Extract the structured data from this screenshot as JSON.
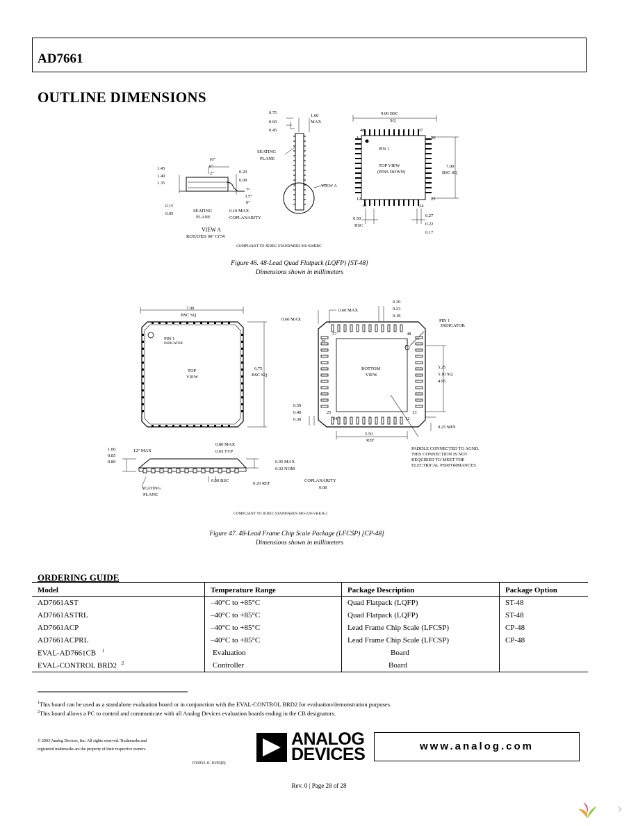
{
  "header": {
    "part_number": "AD7661"
  },
  "section_title": "OUTLINE DIMENSIONS",
  "figure46": {
    "caption": "Figure 46. 48-Lead Quad Flatpack (LQFP) [ST-48]",
    "subcaption": "Dimensions shown in millimeters",
    "compliance": "COMPLIANT TO JEDEC STANDARDS MS-026BBC",
    "labels": {
      "top_075": "0.75",
      "top_060": "0.60",
      "top_045": "0.45",
      "max_160": "1.60",
      "max_label": "MAX",
      "seating_plane": "SEATING",
      "seating_plane2": "PLANE",
      "view_a": "VIEW A",
      "h145": "1.45",
      "h140": "1.40",
      "h135": "1.35",
      "a10": "10°",
      "a6": "6°",
      "a2": "2°",
      "d020": "0.20",
      "d009": "0.09",
      "a7": "7°",
      "a35": "3.5°",
      "a0": "0°",
      "d015": "0.15",
      "d005": "0.05",
      "cop": "0.10 MAX",
      "coplanarity": "COPLANARITY",
      "view_a_title": "VIEW A",
      "rotated": "ROTATED 90° CCW",
      "bsc900": "9.00 BSC",
      "sq": "SQ",
      "pin48": "48",
      "pin37": "37",
      "pin1": "1",
      "pin36": "36",
      "pin1_label": "PIN 1",
      "top_view": "TOP VIEW",
      "pins_down": "(PINS DOWN)",
      "bsc700": "7.00",
      "bsc_sq": "BSC SQ",
      "pin12": "12",
      "pin25": "25",
      "pin13": "13",
      "pin24": "24",
      "d050": "0.50",
      "bsc": "BSC",
      "d027": "0.27",
      "d022": "0.22",
      "d017": "0.17"
    }
  },
  "figure47": {
    "caption": "Figure 47. 48-Lead Frame Chip Scale Package (LFCSP) [CP-48]",
    "subcaption": "Dimensions shown in millimeters",
    "compliance": "COMPLIANT TO JEDEC STANDARDS MO-220-VKKD-2",
    "labels": {
      "bsc700": "7.00",
      "bsc_sq": "BSC SQ",
      "pin1": "PIN 1",
      "indicator": "INDICATOR",
      "top": "TOP",
      "view": "VIEW",
      "bsc675": "6.75",
      "bsc_sq2": "BSC SQ",
      "max060": "0.60 MAX",
      "max060b": "0.60 MAX",
      "d030": "0.30",
      "d023": "0.23",
      "d018": "0.18",
      "pin1b": "PIN 1",
      "indicator2": "INDICATOR",
      "p37": "37",
      "p36": "36",
      "p48": "48",
      "p1": "1",
      "bottom": "BOTTOM",
      "view2": "VIEW",
      "d525": "5.25",
      "d510": "5.10 SQ",
      "d495": "4.95",
      "d050": "0.50",
      "d040": "0.40",
      "d030b": "0.30",
      "p25": "25",
      "p24": "24",
      "p13": "13",
      "p12": "12",
      "min025": "0.25 MIN",
      "d550": "5.50",
      "ref": "REF",
      "d100": "1.00",
      "d085": "0.85",
      "d080": "0.80",
      "a12": "12° MAX",
      "max080": "0.80 MAX",
      "typ065": "0.65 TYP",
      "max005": "0.05 MAX",
      "nom002": "0.02 NOM",
      "bsc050": "0.50 BSC",
      "ref020": "0.20 REF",
      "seating": "SEATING",
      "plane": "PLANE",
      "coplanarity": "COPLANARITY",
      "cop008": "0.08",
      "paddle1": "PADDLE CONNECTED TO AGND.",
      "paddle2": "THIS CONNECTION IS NOT",
      "paddle3": "REQUIRED TO MEET THE",
      "paddle4": "ELECTRICAL PERFORMANCES"
    }
  },
  "ordering": {
    "title": "ORDERING GUIDE",
    "headers": [
      "Model",
      "Temperature Range",
      "Package Description",
      "Package Option"
    ],
    "rows": [
      {
        "model": "AD7661AST",
        "temp": "–40°C to +85°C",
        "desc": "Quad Flatpack (LQFP)",
        "option": "ST-48"
      },
      {
        "model": "AD7661ASTRL",
        "temp": "–40°C to +85°C",
        "desc": "Quad Flatpack (LQFP)",
        "option": "ST-48"
      },
      {
        "model": "AD7661ACP",
        "temp": "–40°C to +85°C",
        "desc": "Lead Frame Chip Scale (LFCSP)",
        "option": "CP-48"
      },
      {
        "model": "AD7661ACPRL",
        "temp": "–40°C to +85°C",
        "desc": "Lead Frame Chip Scale (LFCSP)",
        "option": "CP-48"
      },
      {
        "model": "EVAL-AD7661CB",
        "sup": "1",
        "temp": "Evaluation",
        "desc": "Board",
        "option": ""
      },
      {
        "model": "EVAL-CONTROL BRD2",
        "sup": "2",
        "temp": "Controller",
        "desc": "Board",
        "option": ""
      }
    ]
  },
  "footnotes": {
    "fn1_mark": "1",
    "fn1": "This board can be used as a standalone evaluation board or in conjunction with the EVAL-CONTROL BRD2 for evaluation/demonstration purposes.",
    "fn2_mark": "2",
    "fn2": "This board allows a PC to control and communicate with all Analog Devices evaluation boards ending in the CB designators."
  },
  "legal": {
    "copyright_line1": "© 2003 Analog Devices, Inc. All rights reserved. Trademarks and",
    "copyright_line2": "registered trademarks are the property of their respective owners.",
    "doc_code": "C03033–0–10/03(0)"
  },
  "logo": {
    "line1": "ANALOG",
    "line2": "DEVICES"
  },
  "website": "www.analog.com",
  "footer": {
    "page": "Rev. 0 | Page 28 of 28"
  }
}
